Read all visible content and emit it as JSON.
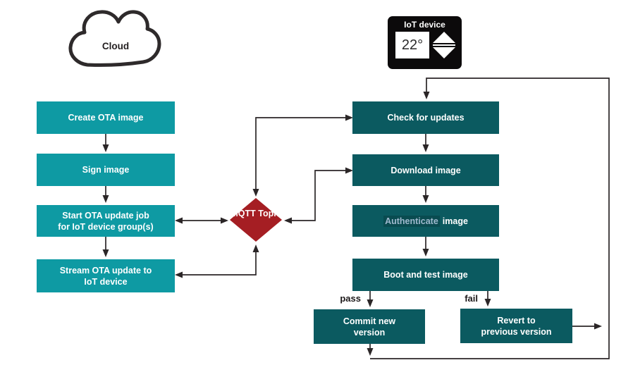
{
  "cloud": {
    "label": "Cloud"
  },
  "iot_device": {
    "label": "IoT device",
    "temperature": "22°",
    "up_icon": "triangle-up",
    "down_icon": "triangle-down"
  },
  "cloud_flow": {
    "steps": [
      {
        "lines": [
          "Create OTA image"
        ]
      },
      {
        "lines": [
          "Sign image"
        ]
      },
      {
        "lines": [
          "Start OTA update job",
          "for IoT device group(s)"
        ]
      },
      {
        "lines": [
          "Stream OTA update to",
          "IoT device"
        ]
      }
    ]
  },
  "mqtt": {
    "lines": [
      "MQTT",
      "Topic"
    ]
  },
  "device_flow": {
    "steps": [
      {
        "lines": [
          "Check for updates"
        ]
      },
      {
        "lines": [
          "Download image"
        ]
      },
      {
        "accent": "Authenticate",
        "rest": "image"
      },
      {
        "lines": [
          "Boot and test image"
        ]
      }
    ]
  },
  "branches": {
    "pass_label": "pass",
    "fail_label": "fail"
  },
  "outcomes": {
    "commit": {
      "lines": [
        "Commit new",
        "version"
      ]
    },
    "revert": {
      "lines": [
        "Revert to",
        "previous version"
      ]
    }
  },
  "colors": {
    "publisher_box": "#0e9aa3",
    "device_box": "#0b5a60",
    "mqtt_diamond": "#a51e23",
    "wire": "#2b2627",
    "authenticate_text": "#9fb9ce",
    "device_panel": "#0c0a0b"
  }
}
